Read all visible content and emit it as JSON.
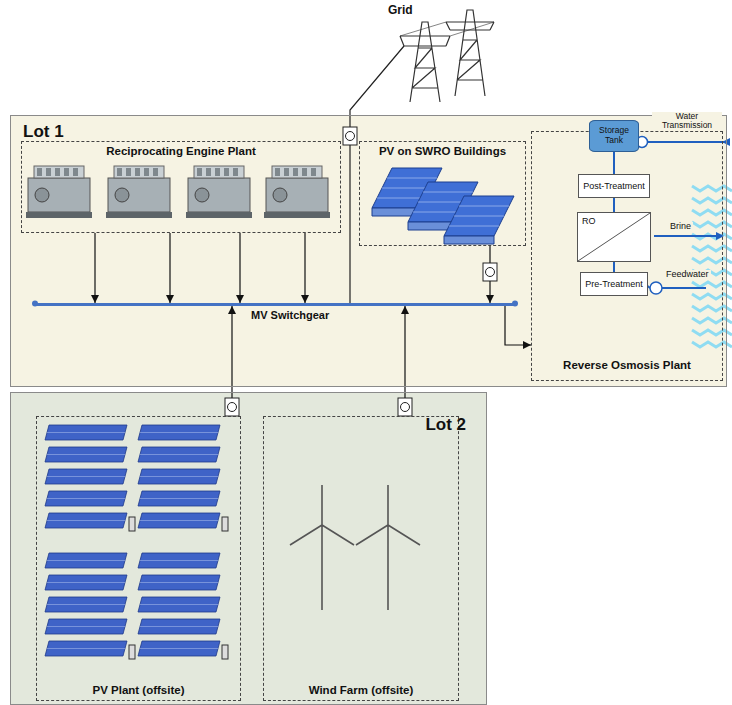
{
  "diagram": {
    "nodes": [
      {
        "text": [
          "Lot 1"
        ]
      },
      {
        "text": [
          "Reciprocating Engine Plant"
        ],
        "in": 0
      },
      {
        "text": [
          "PV on SWRO Buildings"
        ],
        "in": 0
      },
      {
        "text": [
          "Reverse Osmosis Plant"
        ],
        "in": 0
      },
      {
        "text": [
          "Storage Tank"
        ],
        "in": 3
      },
      {
        "text": [
          "Post-Treatment"
        ],
        "in": 3
      },
      {
        "text": [
          "RO"
        ],
        "in": 3
      },
      {
        "text": [
          "Pre-Treatment"
        ],
        "in": 3
      },
      {
        "text": [
          "MV Switchgear"
        ],
        "in": 0
      },
      {
        "text": [
          "Lot 2"
        ]
      },
      {
        "text": [
          "PV Plant (offsite)"
        ],
        "in": 9
      },
      {
        "text": [
          "Wind Farm (offsite)"
        ],
        "in": 9
      }
    ],
    "edges": [
      {
        "from": 1,
        "to": 8,
        "arrow": "to"
      },
      {
        "from": 2,
        "to": 8,
        "arrow": "to"
      },
      {
        "from": 8,
        "to": 3,
        "arrow": "to"
      },
      {
        "from": 10,
        "to": 8,
        "arrow": "to"
      },
      {
        "from": 11,
        "to": 8,
        "arrow": "to"
      },
      {
        "from": 7,
        "to": 6,
        "arrow": "none"
      },
      {
        "from": 6,
        "to": 5,
        "arrow": "none"
      },
      {
        "from": 5,
        "to": 4,
        "arrow": "none"
      }
    ],
    "labels": [
      "Grid",
      "Water Transmission",
      "Brine",
      "Feedwater"
    ]
  }
}
